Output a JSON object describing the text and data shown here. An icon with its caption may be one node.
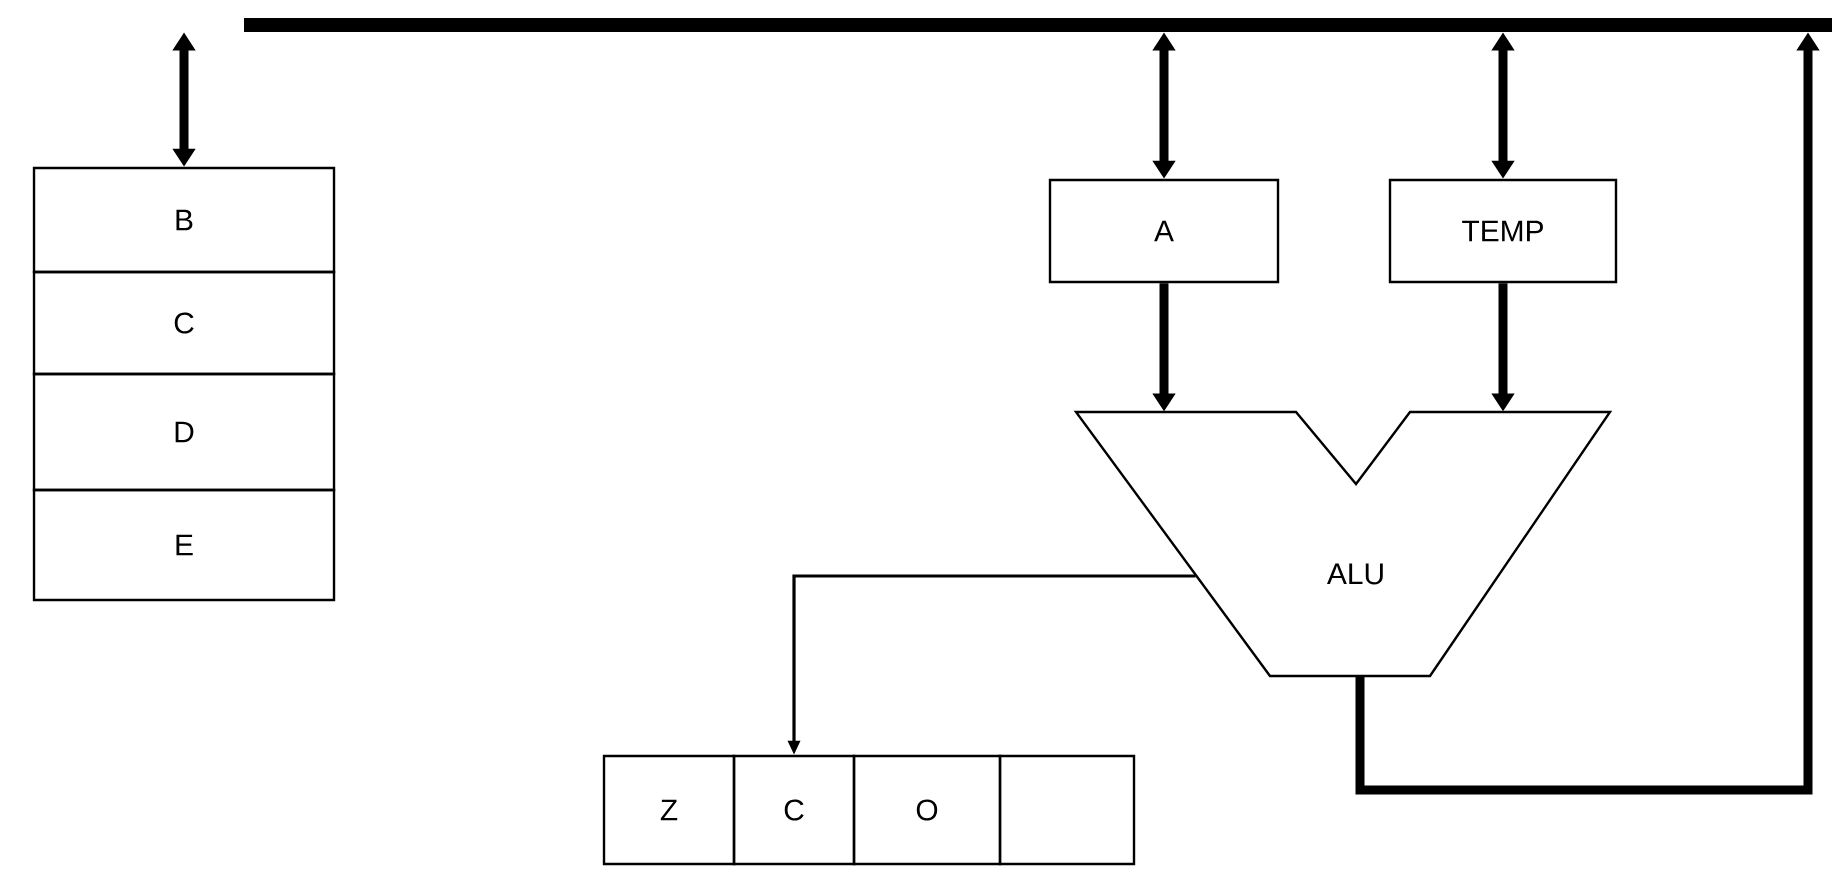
{
  "diagram": {
    "nodes": [
      {
        "text": [],
        "shape": "bar"
      },
      {
        "text": [
          "B"
        ]
      },
      {
        "text": [
          "C"
        ]
      },
      {
        "text": [
          "D"
        ]
      },
      {
        "text": [
          "E"
        ]
      },
      {
        "text": [
          "A"
        ]
      },
      {
        "text": [
          "TEMP"
        ]
      },
      {
        "text": [
          "ALU"
        ]
      },
      {
        "text": [
          "Z"
        ]
      },
      {
        "text": [
          "C"
        ]
      },
      {
        "text": [
          "O"
        ]
      },
      {
        "text": [],
        "shape": "box"
      }
    ],
    "edges": [
      {
        "from": 0,
        "to": 1,
        "arrow": "both"
      },
      {
        "from": 0,
        "to": 5,
        "arrow": "both"
      },
      {
        "from": 0,
        "to": 6,
        "arrow": "both"
      },
      {
        "from": 5,
        "to": 7,
        "arrow": "to"
      },
      {
        "from": 6,
        "to": 7,
        "arrow": "to"
      },
      {
        "from": 7,
        "to": 9,
        "arrow": "to"
      },
      {
        "from": 7,
        "to": 0,
        "arrow": "to"
      }
    ]
  }
}
